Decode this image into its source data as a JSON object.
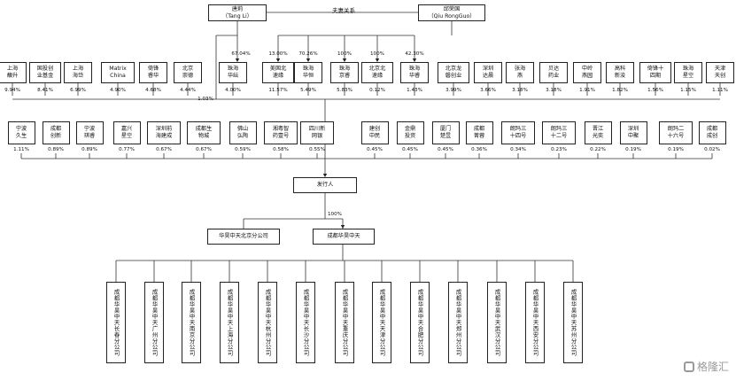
{
  "founders": {
    "left": "唐莉\n（Tang Li）",
    "right": "邱荣国\n（Qiu RongGuo）",
    "relation": "夫妻关系"
  },
  "row1": [
    {
      "name": "上海\n馥升",
      "pct": "9.94%"
    },
    {
      "name": "国投创\n业基金",
      "pct": "8.41%"
    },
    {
      "name": "上海\n海岱",
      "pct": "6.99%"
    },
    {
      "name": "Matrix\nChina",
      "pct": "4.90%"
    },
    {
      "name": "倚锋\n睿华",
      "pct": "4.68%"
    },
    {
      "name": "北京\n崇德",
      "pct": "4.44%"
    },
    {
      "name": "珠海\n华纭",
      "pct": "4.00%"
    },
    {
      "name": "美国北\n速缘",
      "pct": "11.57%"
    },
    {
      "name": "珠海\n华恒",
      "pct": "5.49%"
    },
    {
      "name": "珠海\n京睿",
      "pct": "5.83%"
    },
    {
      "name": "北京北\n速缘",
      "pct": "0.12%"
    },
    {
      "name": "珠海\n华睿",
      "pct": "1.43%"
    },
    {
      "name": "北京龙\n磐创业",
      "pct": "3.99%"
    },
    {
      "name": "深圳\n达晨",
      "pct": "3.66%"
    },
    {
      "name": "张海\n燕",
      "pct": "3.18%"
    },
    {
      "name": "贝达\n药业",
      "pct": "3.18%"
    },
    {
      "name": "中岭\n燕园",
      "pct": "1.91%"
    },
    {
      "name": "高科\n新浚",
      "pct": "1.82%"
    },
    {
      "name": "倚锋十\n四期",
      "pct": "1.56%"
    },
    {
      "name": "珠海\n星空",
      "pct": "1.15%"
    },
    {
      "name": "天津\n天创",
      "pct": "1.11%"
    }
  ],
  "founder_pcts": {
    "tang_direct": "1.03%",
    "tang_hy": "67.04%",
    "qiu_mb": "13.00%",
    "qiu_hh": "70.26%",
    "qiu_jr": "100%",
    "qiu_bb": "100%",
    "qiu_hr": "42.30%"
  },
  "row2": [
    {
      "name": "宁波\n久生",
      "pct": "1.11%"
    },
    {
      "name": "成都\n创新",
      "pct": "0.89%"
    },
    {
      "name": "宁波\n琪睿",
      "pct": "0.89%"
    },
    {
      "name": "嘉兴\n星空",
      "pct": "0.77%"
    },
    {
      "name": "深圳前\n海建成",
      "pct": "0.67%"
    },
    {
      "name": "成都生\n物城",
      "pct": "0.67%"
    },
    {
      "name": "佛山\n弘陶",
      "pct": "0.59%"
    },
    {
      "name": "湘粤智\n药壹号",
      "pct": "0.58%"
    },
    {
      "name": "四川新\n网银",
      "pct": "0.55%"
    },
    {
      "name": "建创\n中民",
      "pct": "0.45%"
    },
    {
      "name": "金鼎\n投资",
      "pct": "0.45%"
    },
    {
      "name": "厦门\n楚昱",
      "pct": "0.45%"
    },
    {
      "name": "成都\n菁蓉",
      "pct": "0.36%"
    },
    {
      "name": "朗玛三\n十四号",
      "pct": "0.34%"
    },
    {
      "name": "朗玛三\n十二号",
      "pct": "0.23%"
    },
    {
      "name": "晋江\n光奕",
      "pct": "0.22%"
    },
    {
      "name": "深圳\n中聚",
      "pct": "0.19%"
    },
    {
      "name": "朗玛二\n十六号",
      "pct": "0.19%"
    },
    {
      "name": "成都\n成创",
      "pct": "0.02%"
    }
  ],
  "issuer": "发行人",
  "issuer_sub_pct": "100%",
  "beijing_branch": "华昊中天北京分公司",
  "chengdu_sub": "成都华昊中天",
  "branches": [
    "成都华昊中天长春分公司",
    "成都华昊中天广州分公司",
    "成都华昊中天南京分公司",
    "成都华昊中天上海分公司",
    "成都华昊中天杭州分公司",
    "成都华昊中天长沙分公司",
    "成都华昊中天重庆分公司",
    "成都华昊中天天津分公司",
    "成都华昊中天合肥分公司",
    "成都华昊中天郑州分公司",
    "成都华昊中天武汉分公司",
    "成都华昊中天西安分公司",
    "成都华昊中天苏州分公司"
  ],
  "watermark": "格隆汇"
}
